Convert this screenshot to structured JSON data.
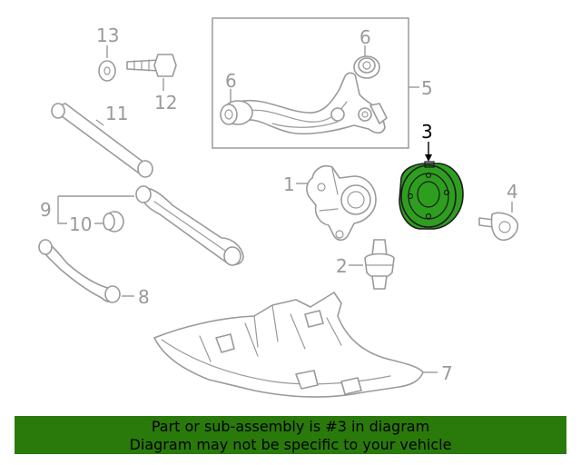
{
  "callouts": {
    "c1": "1",
    "c2": "2",
    "c3": "3",
    "c4": "4",
    "c5": "5",
    "c6a": "6",
    "c6b": "6",
    "c7": "7",
    "c8": "8",
    "c9": "9",
    "c10": "10",
    "c11": "11",
    "c12": "12",
    "c13": "13"
  },
  "highlighted_part": "3",
  "colors": {
    "highlight_fill": "#2e9e1f",
    "banner_bg": "#2a7a0b",
    "linework": "#9a9a9a"
  },
  "banner": {
    "line1": "Part or sub-assembly is #3 in diagram",
    "line2": "Diagram may not be specific to your vehicle"
  }
}
